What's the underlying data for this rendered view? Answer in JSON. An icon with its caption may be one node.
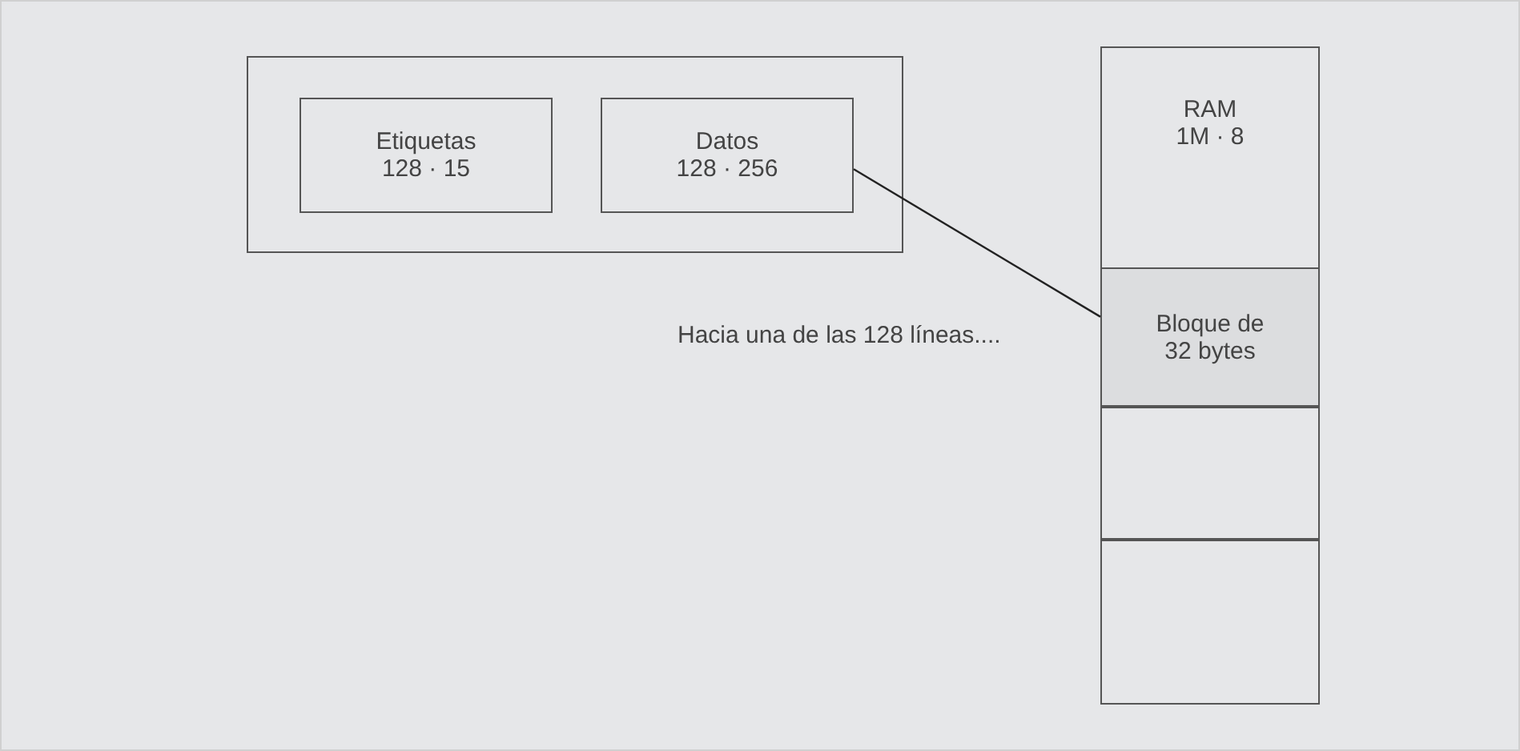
{
  "diagram": {
    "nodes": [
      {
        "text": [],
        "shape": "box"
      },
      {
        "text": [
          "Etiquetas 128 · 15"
        ],
        "in": 0
      },
      {
        "text": [
          "Datos 128 · 256"
        ],
        "in": 0
      },
      {
        "text": [
          "RAM 1M · 8"
        ]
      },
      {
        "text": [
          "Bloque de 32 bytes"
        ]
      },
      {
        "text": [],
        "shape": "box"
      },
      {
        "text": [],
        "shape": "box"
      }
    ],
    "edges": [
      {
        "from": 2,
        "to": 4,
        "arrow": "none"
      }
    ],
    "labels": [
      "Hacia una de las 128 líneas...."
    ]
  }
}
